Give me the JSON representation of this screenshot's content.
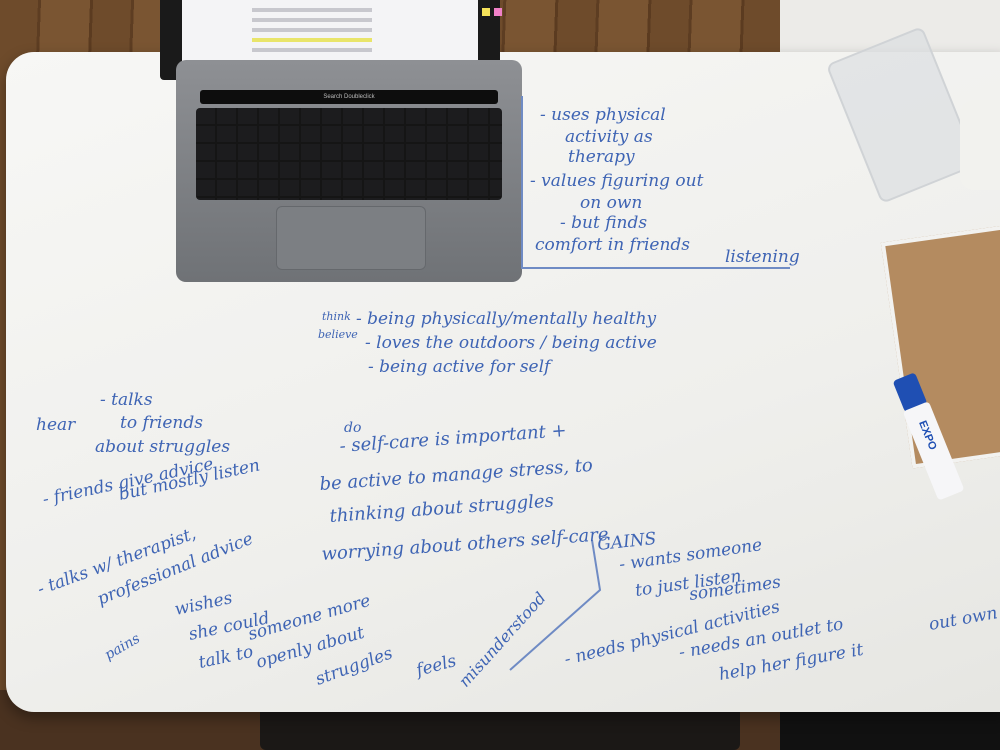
{
  "scene": {
    "marker_brand": "EXPO",
    "laptop_touchbar": "Search Doubleclick",
    "ink_color": "#3e64b4"
  },
  "notes": {
    "box_top_right": [
      "- uses physical",
      "activity as",
      "therapy",
      "- values figuring out",
      "on own",
      "- but finds",
      "comfort in friends",
      "listening"
    ],
    "think": [
      "think",
      "believe"
    ],
    "middle": [
      "- being physically/mentally healthy",
      "- loves the outdoors / being active",
      "- being active for self"
    ],
    "left_heading": "hear",
    "left_list": [
      "- talks",
      "to friends",
      "about struggles",
      "- friends give advice",
      "but mostly listen",
      "- talks w/ therapist,",
      "professional advice"
    ],
    "do_label": "do",
    "center": [
      "- self-care is important +",
      "be active to manage stress, to",
      "thinking about struggles",
      "worrying about others self-care"
    ],
    "pains": "pains",
    "wishes": [
      "wishes",
      "she could",
      "talk to",
      "someone more",
      "openly about",
      "struggles"
    ],
    "feels": "feels",
    "misunderstood": "misunderstood",
    "gains": [
      "GAINS",
      "- wants someone",
      "to just listen",
      "sometimes",
      "- needs physical activities",
      "- needs an outlet to",
      "help her figure it",
      "out own"
    ]
  }
}
